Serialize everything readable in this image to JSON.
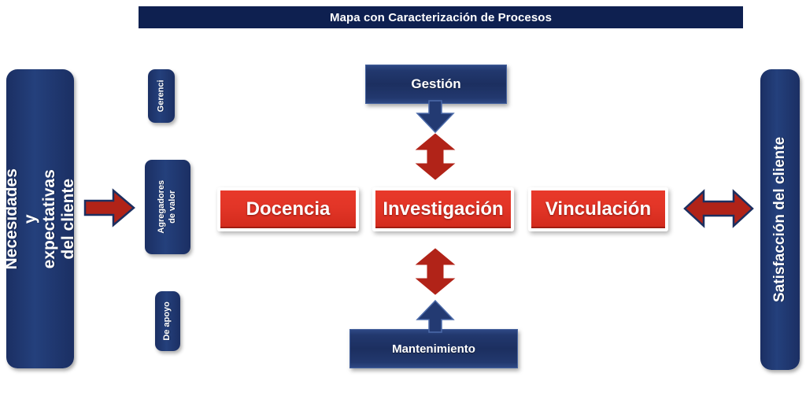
{
  "header": {
    "title": "Mapa con Caracterización de Procesos",
    "bar_color": "#0E2050"
  },
  "palette": {
    "navy": "#1C2F60",
    "navy_light": "#2E4884",
    "red_bright": "#E23527",
    "red_dark": "#B12318",
    "white": "#FFFFFF"
  },
  "pillars": {
    "left": {
      "label": "Necesidades y expectativas del cliente",
      "orientation": "vertical-rotated",
      "color": "#1C2F60"
    },
    "right": {
      "label": "Satisfacción del cliente",
      "orientation": "vertical-rotated",
      "color": "#1C2F60"
    }
  },
  "process_categories": [
    {
      "id": "gerenciales",
      "label": "Gerenci",
      "color": "#1C2F60"
    },
    {
      "id": "agregadores",
      "label": "Agregadores de valor",
      "color": "#1C2F60"
    },
    {
      "id": "apoyo",
      "label": "De apoyo",
      "color": "#1C2F60"
    }
  ],
  "process_boxes": {
    "top": {
      "id": "gestion",
      "label": "Gestión",
      "type": "navy",
      "color": "#1C2F60"
    },
    "bottom": {
      "id": "mantenimiento",
      "label": "Mantenimiento",
      "type": "navy",
      "color": "#1C2F60"
    },
    "core": [
      {
        "id": "docencia",
        "label": "Docencia",
        "type": "red",
        "color": "#E23527"
      },
      {
        "id": "investigacion",
        "label": "Investigación",
        "type": "red",
        "color": "#E23527"
      },
      {
        "id": "vinculacion",
        "label": "Vinculación",
        "type": "red",
        "color": "#E23527"
      }
    ]
  },
  "arrows": [
    {
      "id": "input-arrow",
      "icon": "arrow-right-icon",
      "direction": "right",
      "fill": "#B12318",
      "stroke": "#1C2F60"
    },
    {
      "id": "gestion-down",
      "icon": "arrow-down-icon",
      "direction": "down",
      "fill": "#22386E",
      "stroke": "#46639F"
    },
    {
      "id": "gestion-link",
      "icon": "arrow-double-vertical-icon",
      "direction": "up-down",
      "fill": "#B12318",
      "stroke": "#B12318"
    },
    {
      "id": "mantenimiento-link",
      "icon": "arrow-double-vertical-icon",
      "direction": "up-down",
      "fill": "#B12318",
      "stroke": "#B12318"
    },
    {
      "id": "mantenimiento-up",
      "icon": "arrow-up-icon",
      "direction": "up",
      "fill": "#22386E",
      "stroke": "#46639F"
    },
    {
      "id": "output-arrow",
      "icon": "arrow-double-horizontal-icon",
      "direction": "left-right",
      "fill": "#B12318",
      "stroke": "#1C2F60"
    }
  ]
}
